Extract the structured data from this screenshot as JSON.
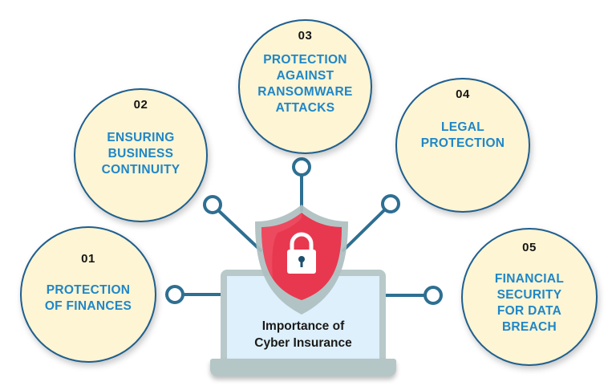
{
  "diagram": {
    "center": {
      "title_line1": "Importance of",
      "title_line2": "Cyber Insurance",
      "icon": "shield-lock-icon"
    },
    "items": [
      {
        "number": "01",
        "lines": [
          "PROTECTION",
          "OF FINANCES"
        ]
      },
      {
        "number": "02",
        "lines": [
          "ENSURING",
          "BUSINESS",
          "CONTINUITY"
        ]
      },
      {
        "number": "03",
        "lines": [
          "PROTECTION",
          "AGAINST",
          "RANSOMWARE",
          "ATTACKS"
        ]
      },
      {
        "number": "04",
        "lines": [
          "LEGAL",
          "PROTECTION"
        ]
      },
      {
        "number": "05",
        "lines": [
          "FINANCIAL",
          "SECURITY",
          "FOR DATA",
          "BREACH"
        ]
      }
    ],
    "colors": {
      "bubble_fill": "#fdf5d3",
      "bubble_border": "#1f5f8f",
      "label_text": "#1f86c8",
      "number_text": "#151515",
      "connector": "#2e6f92",
      "shield_red": "#e8384f",
      "shield_rim": "#aebfc0",
      "laptop_frame": "#b9c9ca",
      "laptop_screen": "#def0fb"
    }
  }
}
